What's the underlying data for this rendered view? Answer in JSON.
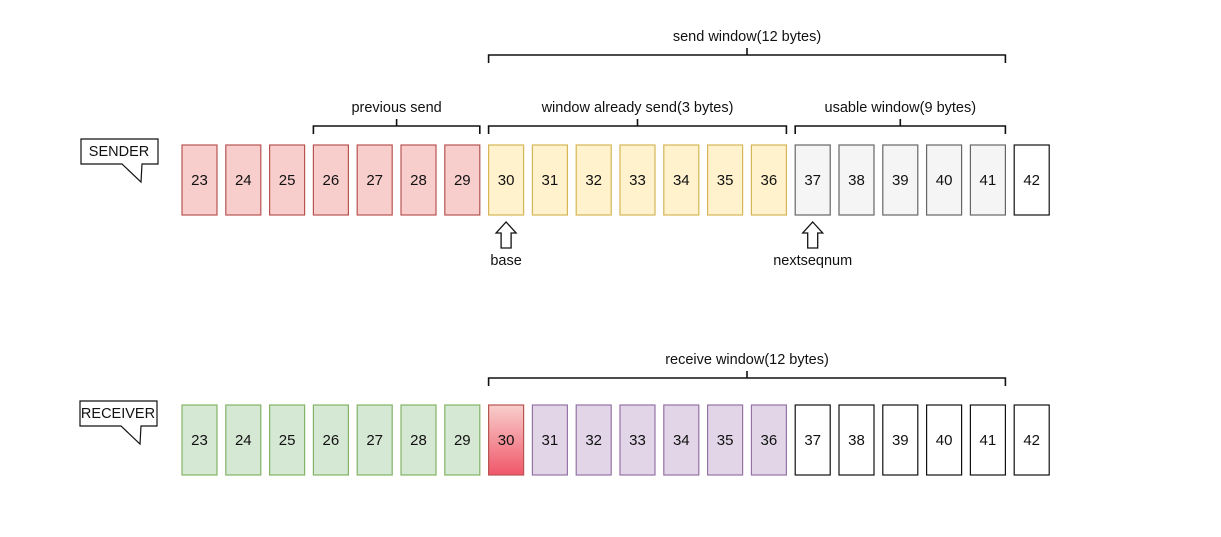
{
  "sender": {
    "label": "SENDER",
    "cells": [
      {
        "n": "23",
        "state": "previous"
      },
      {
        "n": "24",
        "state": "previous"
      },
      {
        "n": "25",
        "state": "previous"
      },
      {
        "n": "26",
        "state": "previous"
      },
      {
        "n": "27",
        "state": "previous"
      },
      {
        "n": "28",
        "state": "previous"
      },
      {
        "n": "29",
        "state": "previous"
      },
      {
        "n": "30",
        "state": "sent"
      },
      {
        "n": "31",
        "state": "sent"
      },
      {
        "n": "32",
        "state": "sent"
      },
      {
        "n": "33",
        "state": "sent"
      },
      {
        "n": "34",
        "state": "sent"
      },
      {
        "n": "35",
        "state": "sent"
      },
      {
        "n": "36",
        "state": "sent"
      },
      {
        "n": "37",
        "state": "usable"
      },
      {
        "n": "38",
        "state": "usable"
      },
      {
        "n": "39",
        "state": "usable"
      },
      {
        "n": "40",
        "state": "usable"
      },
      {
        "n": "41",
        "state": "usable"
      },
      {
        "n": "42",
        "state": "empty"
      }
    ],
    "brackets": [
      {
        "id": "send-window-bracket",
        "label": "send window(12 bytes)",
        "from": 7,
        "to": 18,
        "level": "top"
      },
      {
        "id": "previous-send-bracket",
        "label": "previous send",
        "from": 3,
        "to": 6,
        "level": "mid"
      },
      {
        "id": "window-already-send-bracket",
        "label": "window already send(3 bytes)",
        "from": 7,
        "to": 13,
        "level": "mid"
      },
      {
        "id": "usable-window-bracket",
        "label": "usable window(9 bytes)",
        "from": 14,
        "to": 18,
        "level": "mid"
      }
    ],
    "pointers": [
      {
        "id": "base",
        "label": "base",
        "cell": 7
      },
      {
        "id": "nextseqnum",
        "label": "nextseqnum",
        "cell": 14
      }
    ]
  },
  "receiver": {
    "label": "RECEIVER",
    "cells": [
      {
        "n": "23",
        "state": "received"
      },
      {
        "n": "24",
        "state": "received"
      },
      {
        "n": "25",
        "state": "received"
      },
      {
        "n": "26",
        "state": "received"
      },
      {
        "n": "27",
        "state": "received"
      },
      {
        "n": "28",
        "state": "received"
      },
      {
        "n": "29",
        "state": "received"
      },
      {
        "n": "30",
        "state": "expected"
      },
      {
        "n": "31",
        "state": "buffered"
      },
      {
        "n": "32",
        "state": "buffered"
      },
      {
        "n": "33",
        "state": "buffered"
      },
      {
        "n": "34",
        "state": "buffered"
      },
      {
        "n": "35",
        "state": "buffered"
      },
      {
        "n": "36",
        "state": "buffered"
      },
      {
        "n": "37",
        "state": "empty"
      },
      {
        "n": "38",
        "state": "empty"
      },
      {
        "n": "39",
        "state": "empty"
      },
      {
        "n": "40",
        "state": "empty"
      },
      {
        "n": "41",
        "state": "empty"
      },
      {
        "n": "42",
        "state": "empty"
      }
    ],
    "brackets": [
      {
        "id": "receive-window-bracket",
        "label": "receive window(12 bytes)",
        "from": 7,
        "to": 18,
        "level": "top"
      }
    ]
  },
  "colors": {
    "previous": {
      "fill": "#f8cecc",
      "stroke": "#b85450"
    },
    "sent": {
      "fill": "#fff2cc",
      "stroke": "#d6b656"
    },
    "usable": {
      "fill": "#f5f5f5",
      "stroke": "#666666"
    },
    "empty": {
      "fill": "#ffffff",
      "stroke": "#111111"
    },
    "received": {
      "fill": "#d5e8d4",
      "stroke": "#82b366"
    },
    "buffered": {
      "fill": "#e1d5e7",
      "stroke": "#9673a6"
    },
    "expected_top": "#f8cecc",
    "expected_bottom": "#f0576a",
    "expected_stroke": "#b85450"
  }
}
